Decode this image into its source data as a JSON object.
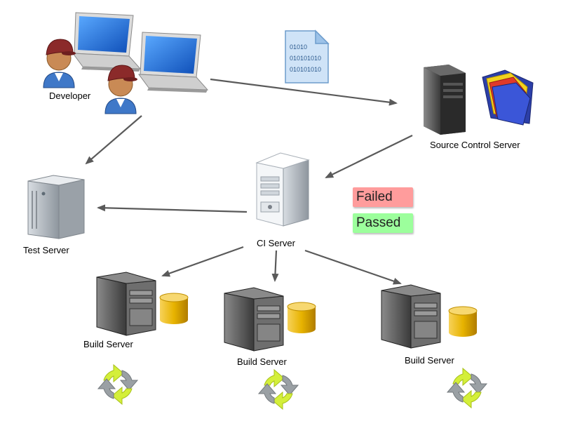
{
  "nodes": {
    "developer": {
      "label": "Developer"
    },
    "source_control": {
      "label": "Source Control Server"
    },
    "ci_server": {
      "label": "CI Server"
    },
    "test_server": {
      "label": "Test Server"
    },
    "build_servers": [
      {
        "label": "Build Server"
      },
      {
        "label": "Build Server"
      },
      {
        "label": "Build Server"
      }
    ]
  },
  "status": {
    "failed": {
      "label": "Failed",
      "color": "#ff9c9c"
    },
    "passed": {
      "label": "Passed",
      "color": "#9cff9c"
    }
  },
  "file_icon": {
    "lines": [
      "01010",
      "010101010",
      "010101010"
    ]
  },
  "colors": {
    "arrow": "#5a5a5a",
    "laptop_screen": "#1e6fd9",
    "cap": "#8b2a2a",
    "database": "#e0b000",
    "sync_yellow": "#d4ef3a",
    "sync_gray": "#9aa0a4"
  },
  "icons": [
    "laptop-icon",
    "developer-person-icon",
    "binary-file-icon",
    "tower-server-icon",
    "folder-icon",
    "database-icon",
    "sync-arrows-icon"
  ]
}
